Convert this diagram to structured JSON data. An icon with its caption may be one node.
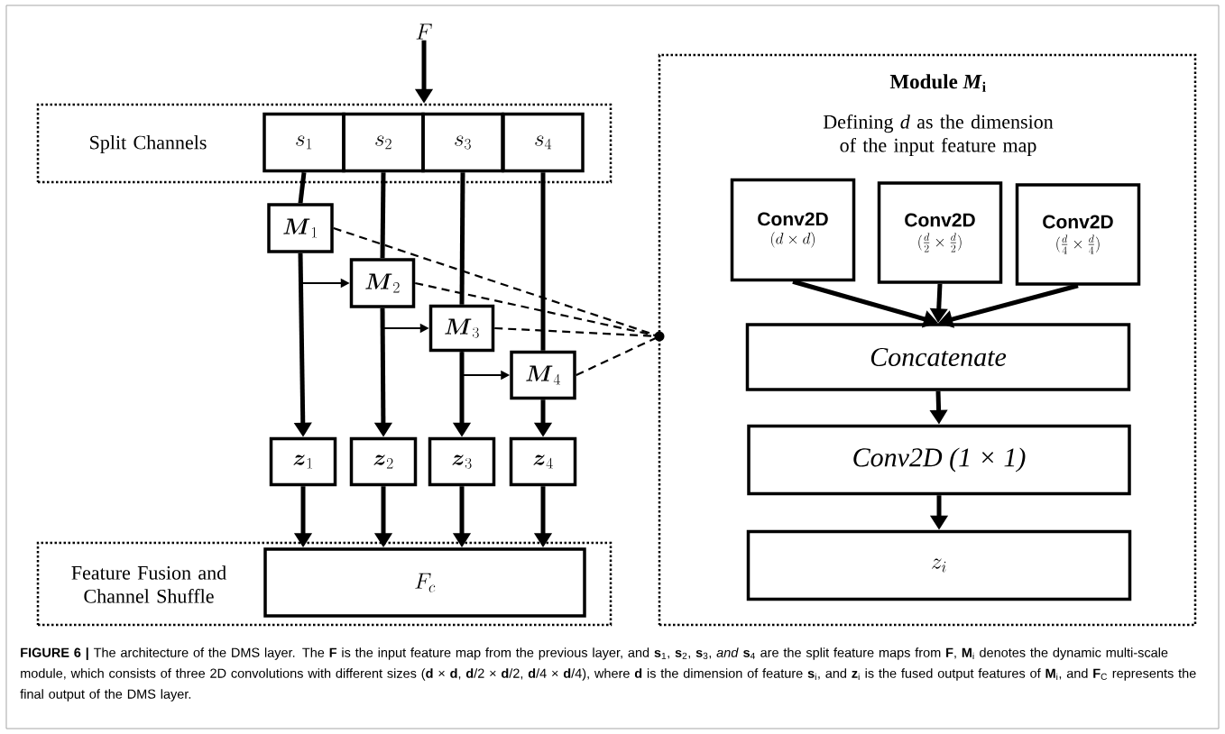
{
  "diagram": {
    "nodes": [
      {
        "text": [
          "F"
        ]
      },
      {
        "text": [
          "Split Channels"
        ]
      },
      {
        "text": [
          "s_1"
        ],
        "in": 1
      },
      {
        "text": [
          "s_2"
        ],
        "in": 1
      },
      {
        "text": [
          "s_3"
        ],
        "in": 1
      },
      {
        "text": [
          "s_4"
        ],
        "in": 1
      },
      {
        "text": [
          "\\boldsymbol{M}_1"
        ]
      },
      {
        "text": [
          "\\boldsymbol{M}_2"
        ]
      },
      {
        "text": [
          "\\boldsymbol{M}_3"
        ]
      },
      {
        "text": [
          "\\boldsymbol{M}_4"
        ]
      },
      {
        "text": [
          "\\boldsymbol{z}_1"
        ]
      },
      {
        "text": [
          "\\boldsymbol{z}_2"
        ]
      },
      {
        "text": [
          "\\boldsymbol{z}_3"
        ]
      },
      {
        "text": [
          "\\boldsymbol{z}_4"
        ]
      },
      {
        "text": [
          "Feature Fusion and Channel Shuffle"
        ]
      },
      {
        "text": [
          "F_c"
        ],
        "in": 14
      },
      {
        "text": [],
        "shape": "circle"
      },
      {
        "text": [
          "Module *M*$_{i}$",
          "Defining *d* as the dimension of the input feature map"
        ]
      },
      {
        "text": [
          "Conv2D",
          "(d\\times d)"
        ],
        "in": 17
      },
      {
        "text": [
          "Conv2D",
          "(\\frac{d}{2}\\times\\frac{d}{2})"
        ],
        "in": 17
      },
      {
        "text": [
          "Conv2D",
          "(\\frac{d}{4}\\times\\frac{d}{4})"
        ],
        "in": 17
      },
      {
        "text": [
          "Concatenate"
        ],
        "in": 17
      },
      {
        "text": [
          "Conv2D (1 × 1)"
        ],
        "in": 17
      },
      {
        "text": [
          "z_i"
        ],
        "in": 17
      }
    ],
    "edges": [
      {
        "from": 0,
        "to": 1,
        "arrow": "to"
      },
      {
        "from": 2,
        "to": 6,
        "arrow": "none"
      },
      {
        "from": 6,
        "to": 10,
        "arrow": "to"
      },
      {
        "from": 6,
        "to": 7,
        "arrow": "to"
      },
      {
        "from": 3,
        "to": 7,
        "arrow": "none"
      },
      {
        "from": 7,
        "to": 11,
        "arrow": "to"
      },
      {
        "from": 7,
        "to": 8,
        "arrow": "to"
      },
      {
        "from": 4,
        "to": 8,
        "arrow": "none"
      },
      {
        "from": 8,
        "to": 12,
        "arrow": "to"
      },
      {
        "from": 8,
        "to": 9,
        "arrow": "to"
      },
      {
        "from": 5,
        "to": 9,
        "arrow": "none"
      },
      {
        "from": 9,
        "to": 13,
        "arrow": "to"
      },
      {
        "from": 10,
        "to": 15,
        "arrow": "to"
      },
      {
        "from": 11,
        "to": 15,
        "arrow": "to"
      },
      {
        "from": 12,
        "to": 15,
        "arrow": "to"
      },
      {
        "from": 13,
        "to": 15,
        "arrow": "to"
      },
      {
        "from": 6,
        "to": 16,
        "arrow": "none",
        "style": "dashed"
      },
      {
        "from": 7,
        "to": 16,
        "arrow": "none",
        "style": "dashed"
      },
      {
        "from": 8,
        "to": 16,
        "arrow": "none",
        "style": "dashed"
      },
      {
        "from": 9,
        "to": 16,
        "arrow": "none",
        "style": "dashed"
      },
      {
        "from": 18,
        "to": 21,
        "arrow": "to"
      },
      {
        "from": 19,
        "to": 21,
        "arrow": "to"
      },
      {
        "from": 20,
        "to": 21,
        "arrow": "to"
      },
      {
        "from": 21,
        "to": 22,
        "arrow": "to"
      },
      {
        "from": 22,
        "to": 23,
        "arrow": "to"
      }
    ],
    "caption": "**FIGURE 6 |** The architecture of the DMS layer. The **F** is the input feature map from the previous layer, and **s**$_{1}$, **s**$_{2}$, **s**$_{3}$, *and* **s**$_{4}$ are the split feature maps from **F**, **M**$_{i}$ denotes the dynamic multi-scale module, which consists of three 2D convolutions with different sizes (**d** × **d**, **d**/2 × **d**/2, **d**/4 × **d**/4), where **d** is the dimension of feature **s**$_{i}$, and **z**$_{i}$ is the fused output features of **M**$_{i}$, and **F**$_{C}$ represents the final output of the DMS layer."
  }
}
